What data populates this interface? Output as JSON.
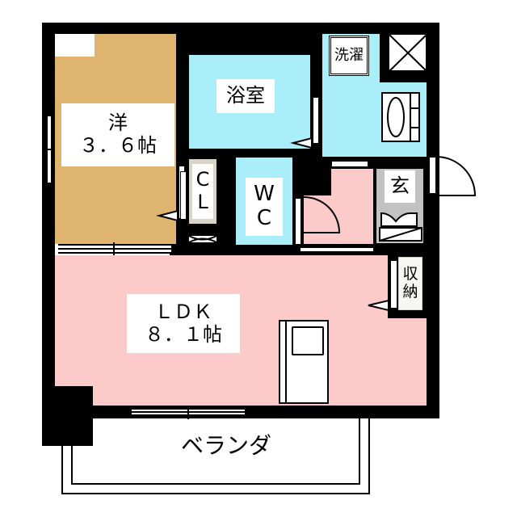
{
  "floorplan": {
    "rooms": {
      "western": {
        "name": "洋",
        "size": "３．６帖"
      },
      "bath": {
        "name": "浴室"
      },
      "laundry": {
        "name": "洗濯"
      },
      "closet": {
        "line1": "C",
        "line2": "L"
      },
      "toilet": {
        "line1": "W",
        "line2": "C"
      },
      "entrance": {
        "name": "玄"
      },
      "storage": {
        "line1": "収",
        "line2": "納"
      },
      "ldk": {
        "name": "ＬＤＫ",
        "size": "８．１帖"
      },
      "balcony": {
        "name": "ベランダ"
      }
    },
    "colors": {
      "wall": "#000000",
      "western_room": "#dfb46e",
      "wet_area": "#aaeefa",
      "ldk": "#fdcaca",
      "entrance": "#c2c2c2",
      "closet": "#d8d4c8"
    }
  }
}
